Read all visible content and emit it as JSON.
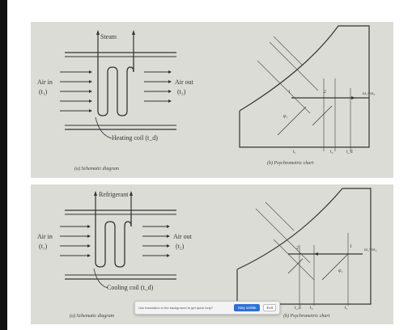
{
  "figure_a": {
    "steam_label": "Steam",
    "air_in_label": "Air in",
    "air_in_temp": "(t₁)",
    "air_out_label": "Air out",
    "air_out_temp": "(t₂)",
    "coil_label": "Heating coil (t_d)",
    "caption_left": "(a) Schematic diagram",
    "caption_right": "(b) Psychrometric chart",
    "chart_ticks": [
      "t₁",
      "t₂",
      "t_d"
    ],
    "chart_points": [
      "1",
      "2"
    ],
    "rh_label": "φ₁",
    "w_label": "ω₁=ω₂"
  },
  "figure_b": {
    "refrigerant_label": "Refrigerant",
    "air_in_label": "Air in",
    "air_in_temp": "(t₁)",
    "air_out_label": "Air out",
    "air_out_temp": "(t₂)",
    "coil_label": "Cooling coil (t_d)",
    "caption_left": "(a) Schematic diagram",
    "caption_right": "(b) Psychrometric chart",
    "chart_ticks": [
      "t_d",
      "t₂",
      "t₁"
    ],
    "chart_points": [
      "2",
      "1"
    ],
    "rh_label": "φ₁",
    "w_label": "ω₁=ω₂"
  },
  "toast": {
    "message": "Use translation in the background to get quick help?",
    "primary_label": "Stay visible",
    "secondary_label": "Exit",
    "accent_color": "#2f6fd6"
  }
}
